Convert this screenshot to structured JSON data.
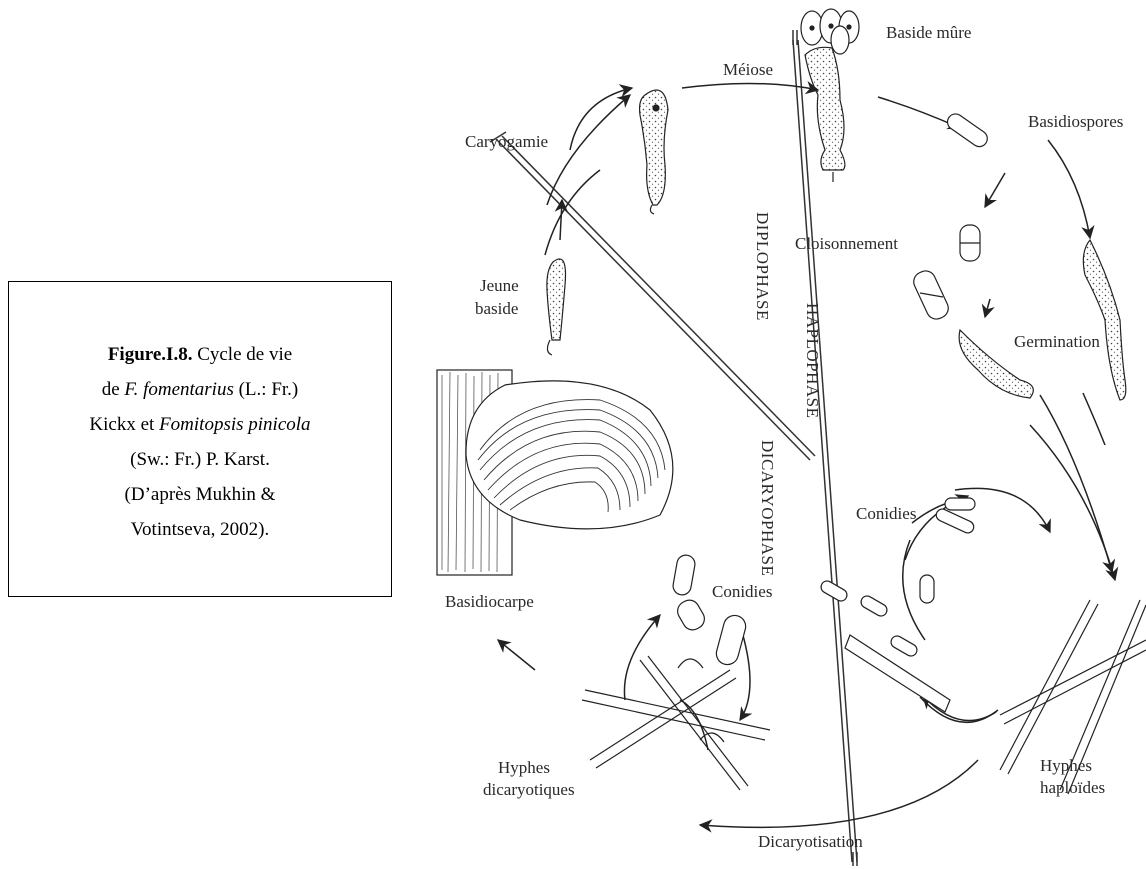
{
  "caption": {
    "figure_label": "Figure.I.8.",
    "line1_rest": " Cycle de vie",
    "line2_pre": "de ",
    "line2_species1": "F.  fomentarius",
    "line2_post": " (L.: Fr.)",
    "line3_pre": "Kickx et ",
    "line3_species2": "Fomitopsis pinicola",
    "line4": "(Sw.: Fr.) P. Karst.",
    "line5": "(D’après Mukhin &",
    "line6": "Votintseva, 2002)."
  },
  "labels": {
    "baside_mure": "Baside mûre",
    "meiose": "Méiose",
    "caryogamie": "Caryogamie",
    "basidiospores": "Basidiospores",
    "cloisonnement": "Cloisonnement",
    "germination": "Germination",
    "jeune": "Jeune",
    "baside": "baside",
    "diplophase": "DIPLOPHASE",
    "haplophase": "HAPLOPHASE",
    "dicaryophase": "DICARYOPHASE",
    "conidies_right": "Conidies",
    "conidies_left": "Conidies",
    "basidiocarpe": "Basidiocarpe",
    "hyphes_left": "Hyphes",
    "dicaryotiques": "dicaryotiques",
    "hyphes_right": "Hyphes",
    "haploides": "haploïdes",
    "dicaryotisation": "Dicaryotisation"
  }
}
